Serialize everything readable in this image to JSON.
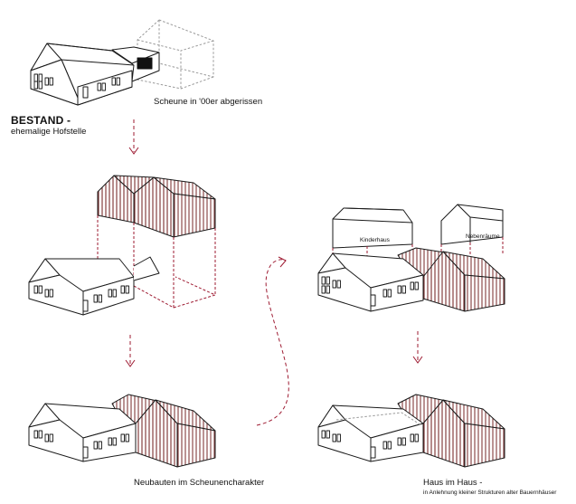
{
  "labels": {
    "scheune": "Scheune in '00er abgerissen",
    "bestand_title": "BESTAND -",
    "bestand_sub": "ehemalige Hofstelle",
    "neubauten": "Neubauten im Scheunencharakter",
    "haus_title": "Haus im Haus -",
    "haus_sub": "in Anlehnung kleiner Strukturen alter Bauernhäuser",
    "kinderhaus": "Kinderhaus",
    "nebenraeume": "Nebenräume"
  },
  "colors": {
    "line": "#1a1a1a",
    "accent": "#9e1b32",
    "hatch": "#7a2e2e",
    "ghost": "#9a9a9a"
  }
}
